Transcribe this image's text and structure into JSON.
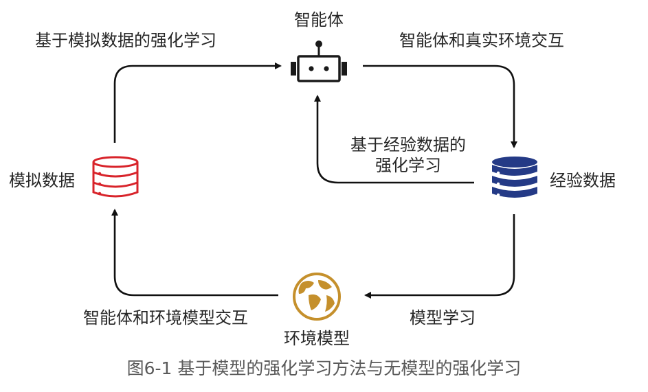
{
  "nodes": {
    "agent": {
      "label": "智能体",
      "icon": "robot-icon",
      "color": "#1a1a1a"
    },
    "simulated_data": {
      "label": "模拟数据",
      "icon": "database-icon",
      "color": "#d8232a"
    },
    "experience_data": {
      "label": "经验数据",
      "icon": "database-icon",
      "color": "#243a86"
    },
    "environment_model": {
      "label": "环境模型",
      "icon": "globe-icon",
      "color": "#c5902c"
    }
  },
  "edges": {
    "simulated_to_agent": "基于模拟数据的强化学习",
    "agent_to_experience": "智能体和真实环境交互",
    "experience_to_agent_line1": "基于经验数据的",
    "experience_to_agent_line2": "强化学习",
    "experience_to_model": "模型学习",
    "model_to_simulated": "智能体和环境模型交互"
  },
  "caption": "图6-1 基于模型的强化学习方法与无模型的强化学习"
}
